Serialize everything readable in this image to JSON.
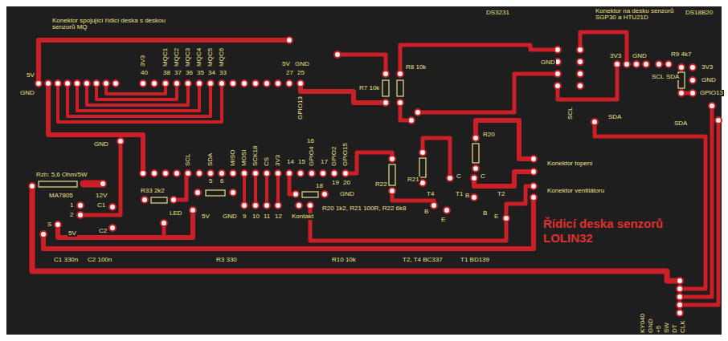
{
  "diagram": {
    "title": "Řídicí deska senzorů LOLIN32",
    "labels": [
      "Konektor spojující řídicí deska s deskou senzorů MQ",
      "5V",
      "GND",
      "3V3",
      "MQC1",
      "MQC2",
      "MQC3",
      "MQC4",
      "MQC5",
      "MQC6",
      "40",
      "38",
      "37",
      "36",
      "35",
      "34",
      "33",
      "5V",
      "27",
      "GND",
      "25",
      "GPIO13",
      "R7 10k",
      "R8 10k",
      "DS3231",
      "Konektor na desku senzorů SGP30 a HTU21D",
      "DS18B20",
      "GND",
      "3V3",
      "GND",
      "SCL",
      "SDA",
      "SCL",
      "SDA",
      "R9 4k7",
      "3V3",
      "GND",
      "GPIO13",
      "SDA",
      "GND",
      "Rzh: 5,6 Ohm/5W",
      "MA7805",
      "12V",
      "C1",
      "1",
      "2",
      "S",
      "5V",
      "C2",
      "R33 2k2",
      "LED",
      "5V",
      "SCL",
      "SDA",
      "5",
      "6",
      "MISO",
      "MOSI",
      "SCK18",
      "CS",
      "3V3",
      "14",
      "15",
      "16",
      "GPIO4",
      "17",
      "GPIO2",
      "GPIO15",
      "19",
      "20",
      "GND",
      "GND",
      "9",
      "10",
      "11",
      "12",
      "Kontakt",
      "18",
      "R22",
      "R21",
      "R20",
      "C",
      "T4",
      "B",
      "E",
      "T1",
      "C",
      "B",
      "T2",
      "B",
      "E",
      "Konektor topení",
      "Konektor ventilátoru",
      "R20 1k2, R21 100R, R22 6k8",
      "T2, T4 BC337",
      "T1 BD139",
      "C1 330n",
      "C2 100n",
      "R3 330",
      "R10 10k",
      "KY040",
      "GND",
      "+5",
      "SW",
      "DT",
      "CLK"
    ]
  }
}
